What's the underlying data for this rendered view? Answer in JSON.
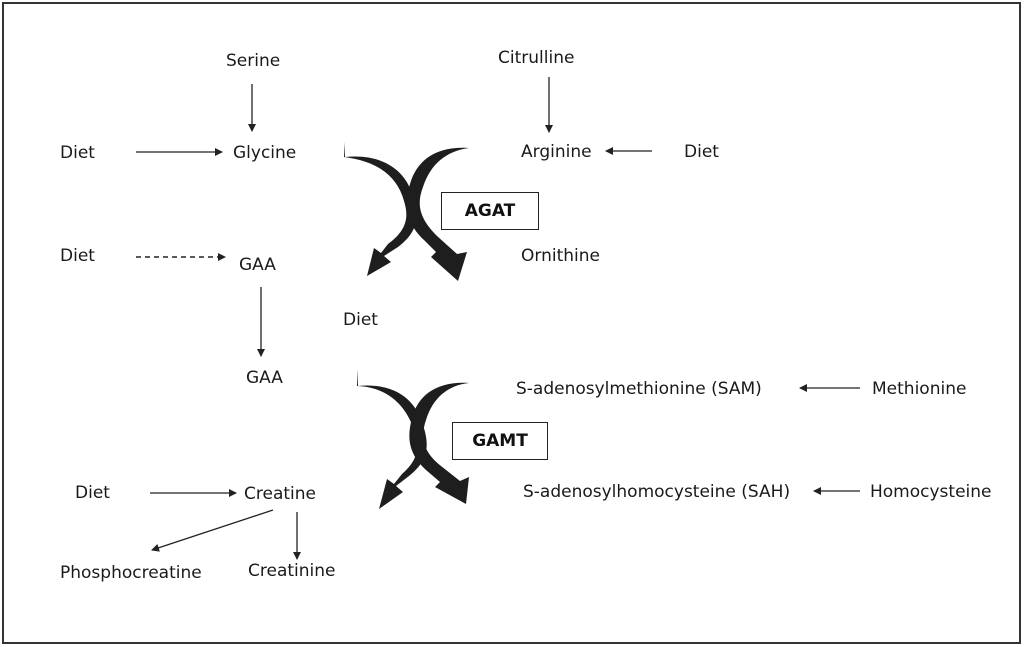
{
  "diagram": {
    "nodes": {
      "serine": "Serine",
      "citrulline": "Citrulline",
      "diet_glycine": "Diet",
      "glycine": "Glycine",
      "arginine": "Arginine",
      "diet_arginine": "Diet",
      "agat": "AGAT",
      "diet_gaa": "Diet",
      "gaa_top": "GAA",
      "ornithine": "Ornithine",
      "diet_middle": "Diet",
      "gaa_bottom": "GAA",
      "sam": "S-adenosylmethionine (SAM)",
      "methionine": "Methionine",
      "gamt": "GAMT",
      "diet_creatine": "Diet",
      "creatine": "Creatine",
      "sah": "S-adenosylhomocysteine (SAH)",
      "homocysteine": "Homocysteine",
      "phosphocreatine": "Phosphocreatine",
      "creatinine": "Creatinine"
    }
  }
}
